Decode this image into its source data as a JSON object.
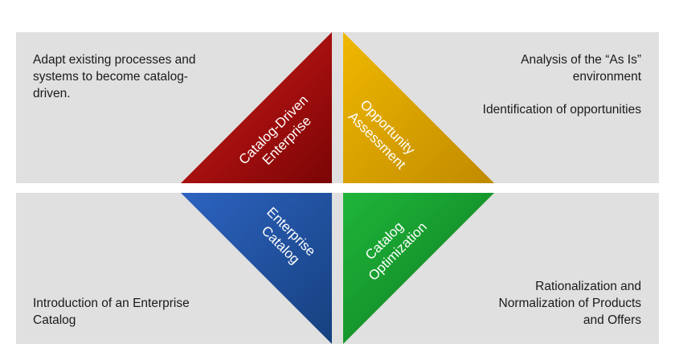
{
  "quadrants": {
    "top_left": {
      "label_lines": [
        "Catalog-Driven",
        "Enterprise"
      ],
      "color": "#b01010",
      "description_lines": [
        "Adapt existing processes and",
        "systems to become catalog-",
        "driven."
      ]
    },
    "top_right": {
      "label_lines": [
        "Opportunity",
        "Assessment"
      ],
      "color": "#d9a300",
      "description_lines": [
        "Analysis of the “As Is”",
        "environment"
      ],
      "description2_lines": [
        "Identification of opportunities"
      ]
    },
    "bottom_left": {
      "label_lines": [
        "Enterprise",
        "Catalog"
      ],
      "color": "#1f4fa0",
      "description_lines": [
        "Introduction of an Enterprise",
        "Catalog"
      ]
    },
    "bottom_right": {
      "label_lines": [
        "Catalog",
        "Optimization"
      ],
      "color": "#14962a",
      "description_lines": [
        "Rationalization and",
        "Normalization of Products",
        "and Offers"
      ]
    }
  }
}
